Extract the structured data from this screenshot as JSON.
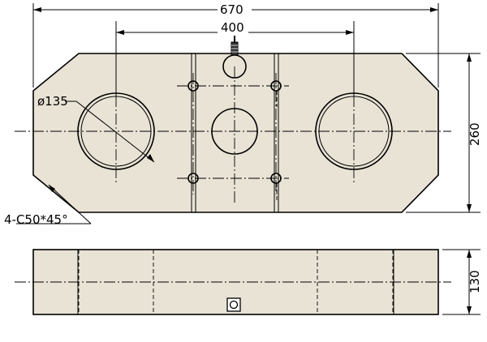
{
  "dimensions": {
    "overall_length": "670",
    "pin_spacing": "400",
    "hole_diameter": "ø135",
    "height_top_view": "260",
    "chamfer": "4-C50*45°",
    "height_side_view": "130"
  },
  "colors": {
    "body_fill": "#e8e3d5",
    "line": "#000000",
    "background": "#ffffff"
  }
}
